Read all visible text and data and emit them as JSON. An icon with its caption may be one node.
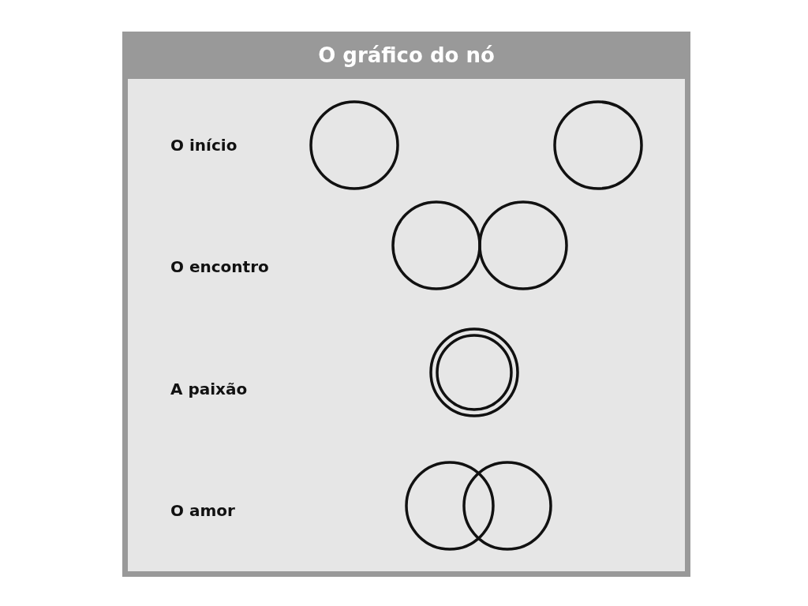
{
  "diagram": {
    "title": "O gráfico do nó",
    "labels": [
      "O início",
      "O encontro",
      "A paixão",
      "O amor"
    ]
  }
}
